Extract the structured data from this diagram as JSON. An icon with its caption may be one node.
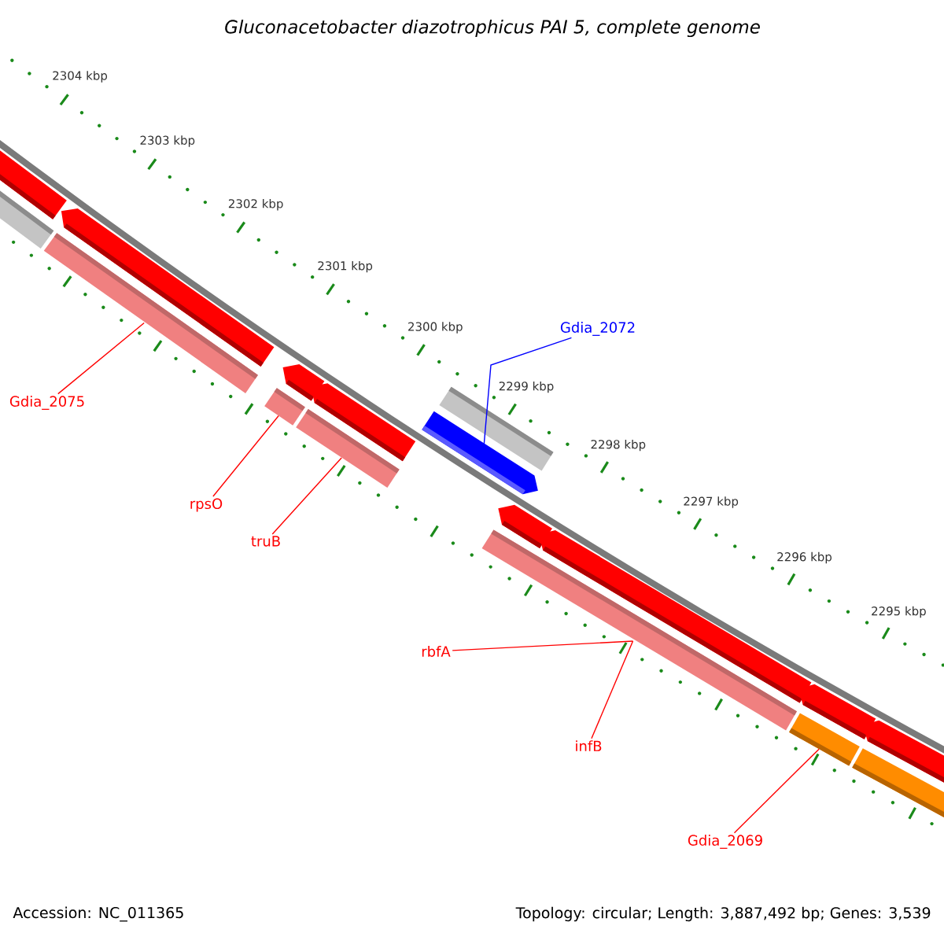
{
  "diagram": {
    "title": "Gluconacetobacter diazotrophicus PAI 5, complete genome",
    "nodes": [
      {
        "text": [
          "Gdia_2072"
        ]
      },
      {
        "text": [
          "Gdia_2075"
        ]
      },
      {
        "text": [
          "rpsO"
        ]
      },
      {
        "text": [
          "truB"
        ]
      },
      {
        "text": [
          "rbfA"
        ]
      },
      {
        "text": [
          "infB"
        ]
      },
      {
        "text": [
          "Gdia_2069"
        ]
      },
      {
        "text": [],
        "shape": "bar"
      },
      {
        "text": [],
        "shape": "bar"
      },
      {
        "text": [],
        "shape": "bar"
      },
      {
        "text": [],
        "shape": "arrow"
      },
      {
        "text": [],
        "shape": "bar"
      },
      {
        "text": [],
        "shape": "bar"
      }
    ],
    "edges": [
      {
        "from": 0,
        "to": 10,
        "arrow": "none",
        "color": "#0000ff"
      },
      {
        "from": 1,
        "to": 7,
        "arrow": "none"
      },
      {
        "from": 2,
        "to": 8,
        "arrow": "none"
      },
      {
        "from": 3,
        "to": 9,
        "arrow": "none"
      },
      {
        "from": 4,
        "to": 11,
        "arrow": "none"
      },
      {
        "from": 5,
        "to": 11,
        "arrow": "none"
      },
      {
        "from": 6,
        "to": 12,
        "arrow": "none"
      }
    ],
    "labels": [
      "2304 kbp",
      "2303 kbp",
      "2302 kbp",
      "2301 kbp",
      "2300 kbp",
      "2299 kbp",
      "2298 kbp",
      "2297 kbp",
      "2296 kbp",
      "2295 kbp",
      "Accession: NC_011365",
      "Topology: circular; Length: 3,887,492 bp; Genes: 3,539"
    ]
  }
}
